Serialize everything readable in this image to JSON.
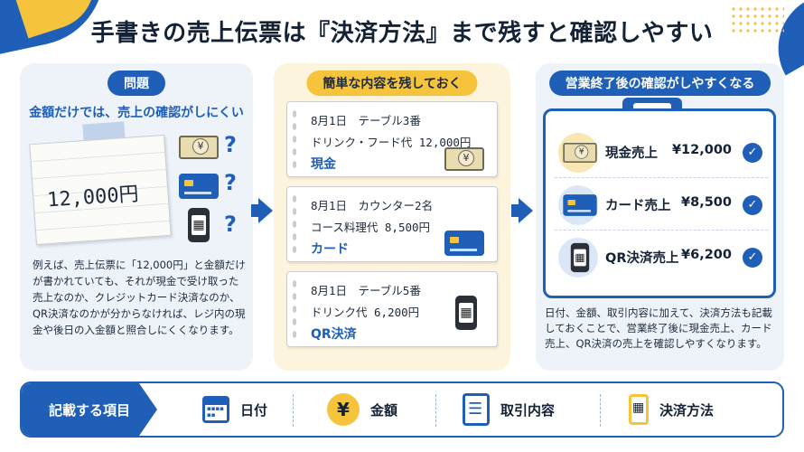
{
  "title": "手書きの売上伝票は『決済方法』まで残すと確認しやすい",
  "left": {
    "heading": "問題",
    "subheading": "金額だけでは、売上の確認がしにくい",
    "note_amount": "12,000円",
    "question_mark": "?",
    "body": "例えば、売上伝票に「12,000円」と金額だけが書かれていても、それが現金で受け取った売上なのか、クレジットカード決済なのか、QR決済なのかが分からなければ、レジ内の現金や後日の入金額と照合しにくくなります。"
  },
  "middle": {
    "heading": "簡単な内容を残しておく",
    "slips": [
      {
        "line1": "8月1日　テーブル3番",
        "line2": "ドリンク・フード代 12,000円",
        "method": "現金",
        "icon": "cash-icon"
      },
      {
        "line1": "8月1日　カウンター2名",
        "line2": "コース料理代 8,500円",
        "method": "カード",
        "icon": "card-icon"
      },
      {
        "line1": "8月1日　テーブル5番",
        "line2": "ドリンク代 6,200円",
        "method": "QR決済",
        "icon": "phone-qr-icon"
      }
    ]
  },
  "right": {
    "heading": "営業終了後の確認がしやすくなる",
    "rows": [
      {
        "label": "現金売上",
        "amount": "¥12,000",
        "icon": "cash-icon"
      },
      {
        "label": "カード売上",
        "amount": "¥8,500",
        "icon": "card-icon"
      },
      {
        "label": "QR決済売上",
        "amount": "¥6,200",
        "icon": "phone-qr-icon"
      }
    ],
    "check": "✓",
    "body": "日付、金額、取引内容に加えて、決済方法も記載しておくことで、営業終了後に現金売上、カード売上、QR決済の売上を確認しやすくなります。"
  },
  "bottom": {
    "label": "記載する項目",
    "items": [
      {
        "label": "日付",
        "icon": "calendar-icon"
      },
      {
        "label": "金額",
        "icon": "yen-icon",
        "glyph": "¥"
      },
      {
        "label": "取引内容",
        "icon": "list-icon"
      },
      {
        "label": "決済方法",
        "icon": "phone-qr-icon"
      }
    ]
  },
  "colors": {
    "primary": "#1f5fb8",
    "accent": "#f6c33c",
    "panel_blue": "#eef3fa",
    "panel_yellow": "#fdf4de"
  }
}
